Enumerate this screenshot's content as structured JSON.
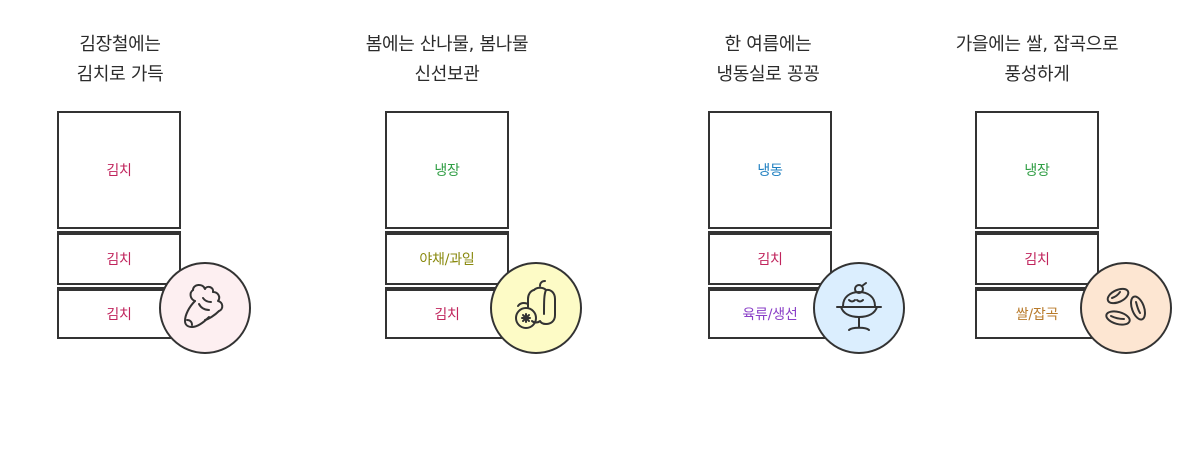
{
  "columns": [
    {
      "caption": [
        "김장철에는",
        "김치로 가득"
      ],
      "compartments": [
        {
          "label": "김치",
          "color": "#c0245c"
        },
        {
          "label": "김치",
          "color": "#c0245c"
        },
        {
          "label": "김치",
          "color": "#c0245c"
        }
      ],
      "badge": {
        "icon": "cabbage-icon",
        "bg": "#fdeff1"
      }
    },
    {
      "caption": [
        "봄에는 산나물, 봄나물",
        "신선보관"
      ],
      "compartments": [
        {
          "label": "냉장",
          "color": "#2f9e44"
        },
        {
          "label": "야채/과일",
          "color": "#8a8a10"
        },
        {
          "label": "김치",
          "color": "#c0245c"
        }
      ],
      "badge": {
        "icon": "paprika-blueberry-icon",
        "bg": "#fdfbc6"
      }
    },
    {
      "caption": [
        "한 여름에는",
        "냉동실로 꽁꽁"
      ],
      "compartments": [
        {
          "label": "냉동",
          "color": "#1e7fc0"
        },
        {
          "label": "김치",
          "color": "#c0245c"
        },
        {
          "label": "육류/생선",
          "color": "#8a3fc7"
        }
      ],
      "badge": {
        "icon": "ice-cream-cup-icon",
        "bg": "#dbeefe"
      }
    },
    {
      "caption": [
        "가을에는 쌀, 잡곡으로",
        "풍성하게"
      ],
      "compartments": [
        {
          "label": "냉장",
          "color": "#2f9e44"
        },
        {
          "label": "김치",
          "color": "#c0245c"
        },
        {
          "label": "쌀/잡곡",
          "color": "#b87a2a"
        }
      ],
      "badge": {
        "icon": "beans-icon",
        "bg": "#fde6d2"
      }
    }
  ]
}
